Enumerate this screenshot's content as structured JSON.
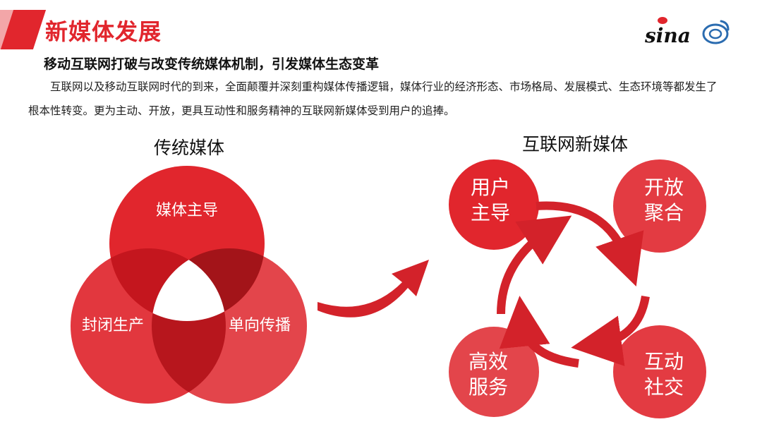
{
  "header": {
    "title": "新媒体发展",
    "logos": [
      "sina-logo",
      "weibo-logo"
    ],
    "sina_text": "sina"
  },
  "subtitle": "移动互联网打破与改变传统媒体机制，引发媒体生态变革",
  "intro": "互联网以及移动互联网时代的到来，全面颠覆并深刻重构媒体传播逻辑，媒体行业的经济形态、市场格局、发展模式、生态环境等都发生了根本性转变。更为主动、开放，更具互动性和服务精神的互联网新媒体受到用户的追捧。",
  "traditional": {
    "heading": "传统媒体",
    "circles": [
      "媒体主导",
      "封闭生产",
      "单向传播"
    ]
  },
  "new_media": {
    "heading": "互联网新媒体",
    "nodes": [
      {
        "line1": "用户",
        "line2": "主导"
      },
      {
        "line1": "开放",
        "line2": "聚合"
      },
      {
        "line1": "互动",
        "line2": "社交"
      },
      {
        "line1": "高效",
        "line2": "服务"
      }
    ]
  },
  "colors": {
    "brand_red": "#e1262d",
    "circle_red": "#e33b42",
    "overlap_red": "#c81b22",
    "dark_overlap": "#a31419",
    "arrow_red": "#d3222a"
  }
}
